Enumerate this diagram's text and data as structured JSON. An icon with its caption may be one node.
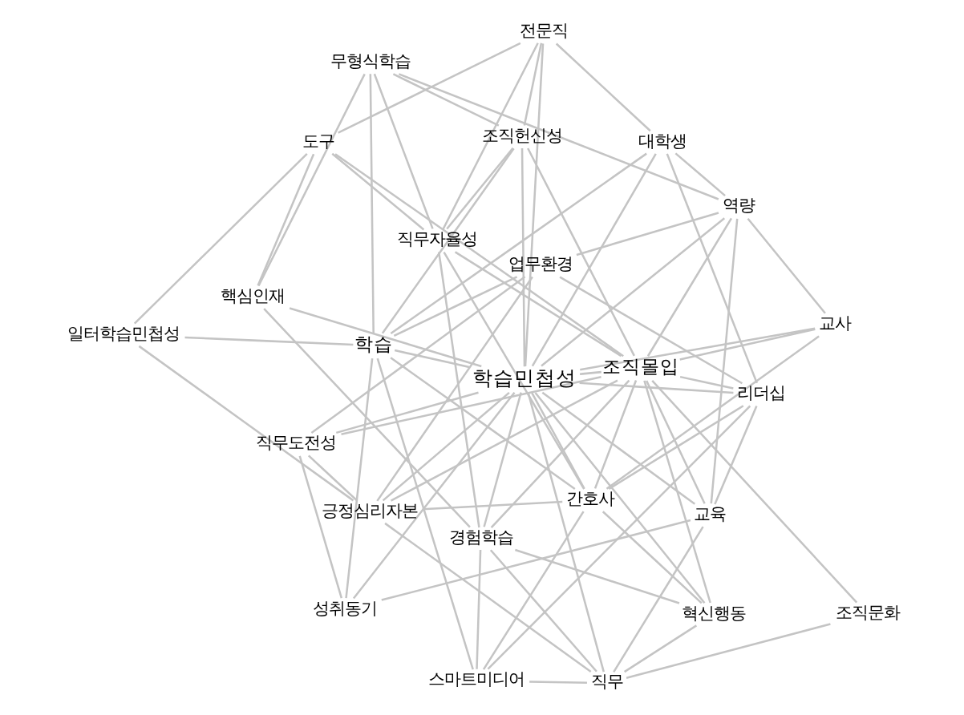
{
  "diagram": {
    "nodes": [
      {
        "text": [
          "경험학습"
        ]
      },
      {
        "text": [
          "스마트미디어"
        ]
      },
      {
        "text": [
          "교육"
        ]
      },
      {
        "text": [
          "긍정심리자본"
        ]
      },
      {
        "text": [
          "전문직"
        ]
      },
      {
        "text": [
          "핵심인재"
        ]
      },
      {
        "text": [
          "간호사"
        ]
      },
      {
        "text": [
          "역량"
        ]
      },
      {
        "text": [
          "학습민첩성"
        ]
      },
      {
        "text": [
          "조직몰입"
        ]
      },
      {
        "text": [
          "학습"
        ]
      },
      {
        "text": [
          "교사"
        ]
      },
      {
        "text": [
          "리더십"
        ]
      },
      {
        "text": [
          "혁신행동"
        ]
      },
      {
        "text": [
          "대학생"
        ]
      },
      {
        "text": [
          "직무"
        ]
      },
      {
        "text": [
          "일터학습민첩성"
        ]
      },
      {
        "text": [
          "직무자율성"
        ]
      },
      {
        "text": [
          "무형식학습"
        ]
      },
      {
        "text": [
          "도구"
        ]
      },
      {
        "text": [
          "업무환경"
        ]
      },
      {
        "text": [
          "성취동기"
        ]
      },
      {
        "text": [
          "조직헌신성"
        ]
      },
      {
        "text": [
          "조직문화"
        ]
      },
      {
        "text": [
          "직무도전성"
        ]
      }
    ],
    "edges": [
      {
        "from": 5,
        "to": 0,
        "arrow": "none"
      },
      {
        "from": 5,
        "to": 19,
        "arrow": "none"
      },
      {
        "from": 5,
        "to": 8,
        "arrow": "none"
      },
      {
        "from": 5,
        "to": 18,
        "arrow": "none"
      },
      {
        "from": 0,
        "to": 1,
        "arrow": "none"
      },
      {
        "from": 0,
        "to": 17,
        "arrow": "none"
      },
      {
        "from": 0,
        "to": 13,
        "arrow": "none"
      },
      {
        "from": 0,
        "to": 15,
        "arrow": "none"
      },
      {
        "from": 1,
        "to": 15,
        "arrow": "none"
      },
      {
        "from": 1,
        "to": 12,
        "arrow": "none"
      },
      {
        "from": 1,
        "to": 6,
        "arrow": "none"
      },
      {
        "from": 2,
        "to": 15,
        "arrow": "none"
      },
      {
        "from": 2,
        "to": 12,
        "arrow": "none"
      },
      {
        "from": 2,
        "to": 7,
        "arrow": "none"
      },
      {
        "from": 2,
        "to": 21,
        "arrow": "none"
      },
      {
        "from": 3,
        "to": 15,
        "arrow": "none"
      },
      {
        "from": 3,
        "to": 6,
        "arrow": "none"
      },
      {
        "from": 3,
        "to": 20,
        "arrow": "none"
      },
      {
        "from": 3,
        "to": 24,
        "arrow": "none"
      },
      {
        "from": 3,
        "to": 16,
        "arrow": "none"
      },
      {
        "from": 4,
        "to": 14,
        "arrow": "none"
      },
      {
        "from": 4,
        "to": 19,
        "arrow": "none"
      },
      {
        "from": 4,
        "to": 22,
        "arrow": "none"
      },
      {
        "from": 4,
        "to": 17,
        "arrow": "none"
      },
      {
        "from": 6,
        "to": 12,
        "arrow": "none"
      },
      {
        "from": 6,
        "to": 13,
        "arrow": "none"
      },
      {
        "from": 6,
        "to": 11,
        "arrow": "none"
      },
      {
        "from": 6,
        "to": 17,
        "arrow": "none"
      },
      {
        "from": 7,
        "to": 14,
        "arrow": "none"
      },
      {
        "from": 7,
        "to": 11,
        "arrow": "none"
      },
      {
        "from": 7,
        "to": 20,
        "arrow": "none"
      },
      {
        "from": 7,
        "to": 18,
        "arrow": "none"
      },
      {
        "from": 8,
        "to": 0,
        "arrow": "none"
      },
      {
        "from": 8,
        "to": 2,
        "arrow": "none"
      },
      {
        "from": 8,
        "to": 3,
        "arrow": "none"
      },
      {
        "from": 8,
        "to": 4,
        "arrow": "none"
      },
      {
        "from": 8,
        "to": 6,
        "arrow": "none"
      },
      {
        "from": 8,
        "to": 7,
        "arrow": "none"
      },
      {
        "from": 8,
        "to": 11,
        "arrow": "none"
      },
      {
        "from": 8,
        "to": 12,
        "arrow": "none"
      },
      {
        "from": 8,
        "to": 13,
        "arrow": "none"
      },
      {
        "from": 8,
        "to": 15,
        "arrow": "none"
      },
      {
        "from": 8,
        "to": 14,
        "arrow": "none"
      },
      {
        "from": 8,
        "to": 21,
        "arrow": "none"
      },
      {
        "from": 8,
        "to": 22,
        "arrow": "none"
      },
      {
        "from": 8,
        "to": 24,
        "arrow": "none"
      },
      {
        "from": 8,
        "to": 9,
        "arrow": "none"
      },
      {
        "from": 8,
        "to": 10,
        "arrow": "none"
      },
      {
        "from": 9,
        "to": 2,
        "arrow": "none"
      },
      {
        "from": 9,
        "to": 0,
        "arrow": "none"
      },
      {
        "from": 9,
        "to": 3,
        "arrow": "none"
      },
      {
        "from": 9,
        "to": 6,
        "arrow": "none"
      },
      {
        "from": 9,
        "to": 7,
        "arrow": "none"
      },
      {
        "from": 9,
        "to": 11,
        "arrow": "none"
      },
      {
        "from": 9,
        "to": 12,
        "arrow": "none"
      },
      {
        "from": 9,
        "to": 13,
        "arrow": "none"
      },
      {
        "from": 9,
        "to": 17,
        "arrow": "none"
      },
      {
        "from": 9,
        "to": 22,
        "arrow": "none"
      },
      {
        "from": 9,
        "to": 23,
        "arrow": "none"
      },
      {
        "from": 9,
        "to": 24,
        "arrow": "none"
      },
      {
        "from": 9,
        "to": 19,
        "arrow": "none"
      },
      {
        "from": 10,
        "to": 1,
        "arrow": "none"
      },
      {
        "from": 10,
        "to": 6,
        "arrow": "none"
      },
      {
        "from": 10,
        "to": 14,
        "arrow": "none"
      },
      {
        "from": 10,
        "to": 16,
        "arrow": "none"
      },
      {
        "from": 10,
        "to": 18,
        "arrow": "none"
      },
      {
        "from": 10,
        "to": 21,
        "arrow": "none"
      },
      {
        "from": 10,
        "to": 20,
        "arrow": "none"
      },
      {
        "from": 10,
        "to": 22,
        "arrow": "none"
      },
      {
        "from": 15,
        "to": 13,
        "arrow": "none"
      },
      {
        "from": 15,
        "to": 23,
        "arrow": "none"
      },
      {
        "from": 19,
        "to": 17,
        "arrow": "none"
      },
      {
        "from": 19,
        "to": 16,
        "arrow": "none"
      },
      {
        "from": 20,
        "to": 12,
        "arrow": "none"
      },
      {
        "from": 20,
        "to": 24,
        "arrow": "none"
      },
      {
        "from": 18,
        "to": 17,
        "arrow": "none"
      },
      {
        "from": 18,
        "to": 22,
        "arrow": "none"
      },
      {
        "from": 17,
        "to": 22,
        "arrow": "none"
      },
      {
        "from": 21,
        "to": 24,
        "arrow": "none"
      },
      {
        "from": 14,
        "to": 12,
        "arrow": "none"
      }
    ]
  }
}
